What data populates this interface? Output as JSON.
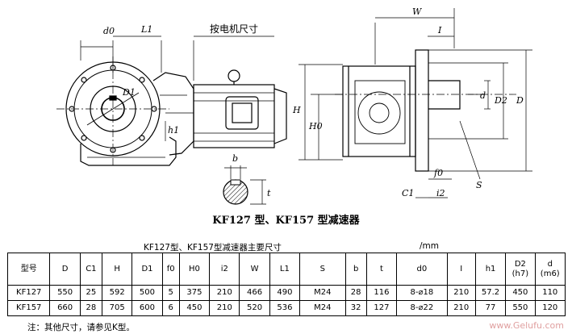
{
  "drawing": {
    "dim_labels": {
      "d0": "d0",
      "L1": "L1",
      "motor_size": "按电机尺寸",
      "D1": "D1",
      "h1": "h1",
      "H": "H",
      "H0": "H0",
      "W": "W",
      "I": "I",
      "d": "d",
      "D2": "D2",
      "D": "D",
      "f0": "f0",
      "C1": "C1",
      "i2": "i2",
      "S": "S",
      "b": "b",
      "t": "t"
    }
  },
  "caption": "KF127 型、KF157 型减速器",
  "table": {
    "title": "KF127型、KF157型减速器主要尺寸",
    "unit": "/mm",
    "headers": [
      {
        "main": "型号",
        "sub": ""
      },
      {
        "main": "D",
        "sub": ""
      },
      {
        "main": "C1",
        "sub": ""
      },
      {
        "main": "H",
        "sub": ""
      },
      {
        "main": "D1",
        "sub": ""
      },
      {
        "main": "f0",
        "sub": ""
      },
      {
        "main": "H0",
        "sub": ""
      },
      {
        "main": "i2",
        "sub": ""
      },
      {
        "main": "W",
        "sub": ""
      },
      {
        "main": "L1",
        "sub": ""
      },
      {
        "main": "S",
        "sub": ""
      },
      {
        "main": "b",
        "sub": ""
      },
      {
        "main": "t",
        "sub": ""
      },
      {
        "main": "d0",
        "sub": ""
      },
      {
        "main": "I",
        "sub": ""
      },
      {
        "main": "h1",
        "sub": ""
      },
      {
        "main": "D2",
        "sub": "(h7)"
      },
      {
        "main": "d",
        "sub": "(m6)"
      }
    ],
    "rows": [
      [
        "KF127",
        "550",
        "25",
        "592",
        "500",
        "5",
        "375",
        "210",
        "466",
        "490",
        "M24",
        "28",
        "116",
        "8-⌀18",
        "210",
        "57.2",
        "450",
        "110"
      ],
      [
        "KF157",
        "660",
        "28",
        "705",
        "600",
        "6",
        "450",
        "210",
        "520",
        "536",
        "M24",
        "32",
        "127",
        "8-⌀22",
        "210",
        "77",
        "550",
        "120"
      ]
    ]
  },
  "footnote": "注：其他尺寸，请参见K型。",
  "watermark": "www.Gelufu.com"
}
